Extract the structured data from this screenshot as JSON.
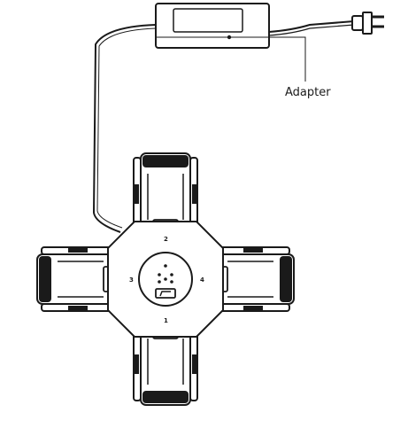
{
  "labels": {
    "adapter": "Adapter"
  },
  "hub": {
    "slot_marks": [
      "2",
      "4",
      "1",
      "3"
    ]
  },
  "colors": {
    "line": "#1a1a1a",
    "fill": "#ffffff",
    "shade": "#d9d9d9"
  }
}
